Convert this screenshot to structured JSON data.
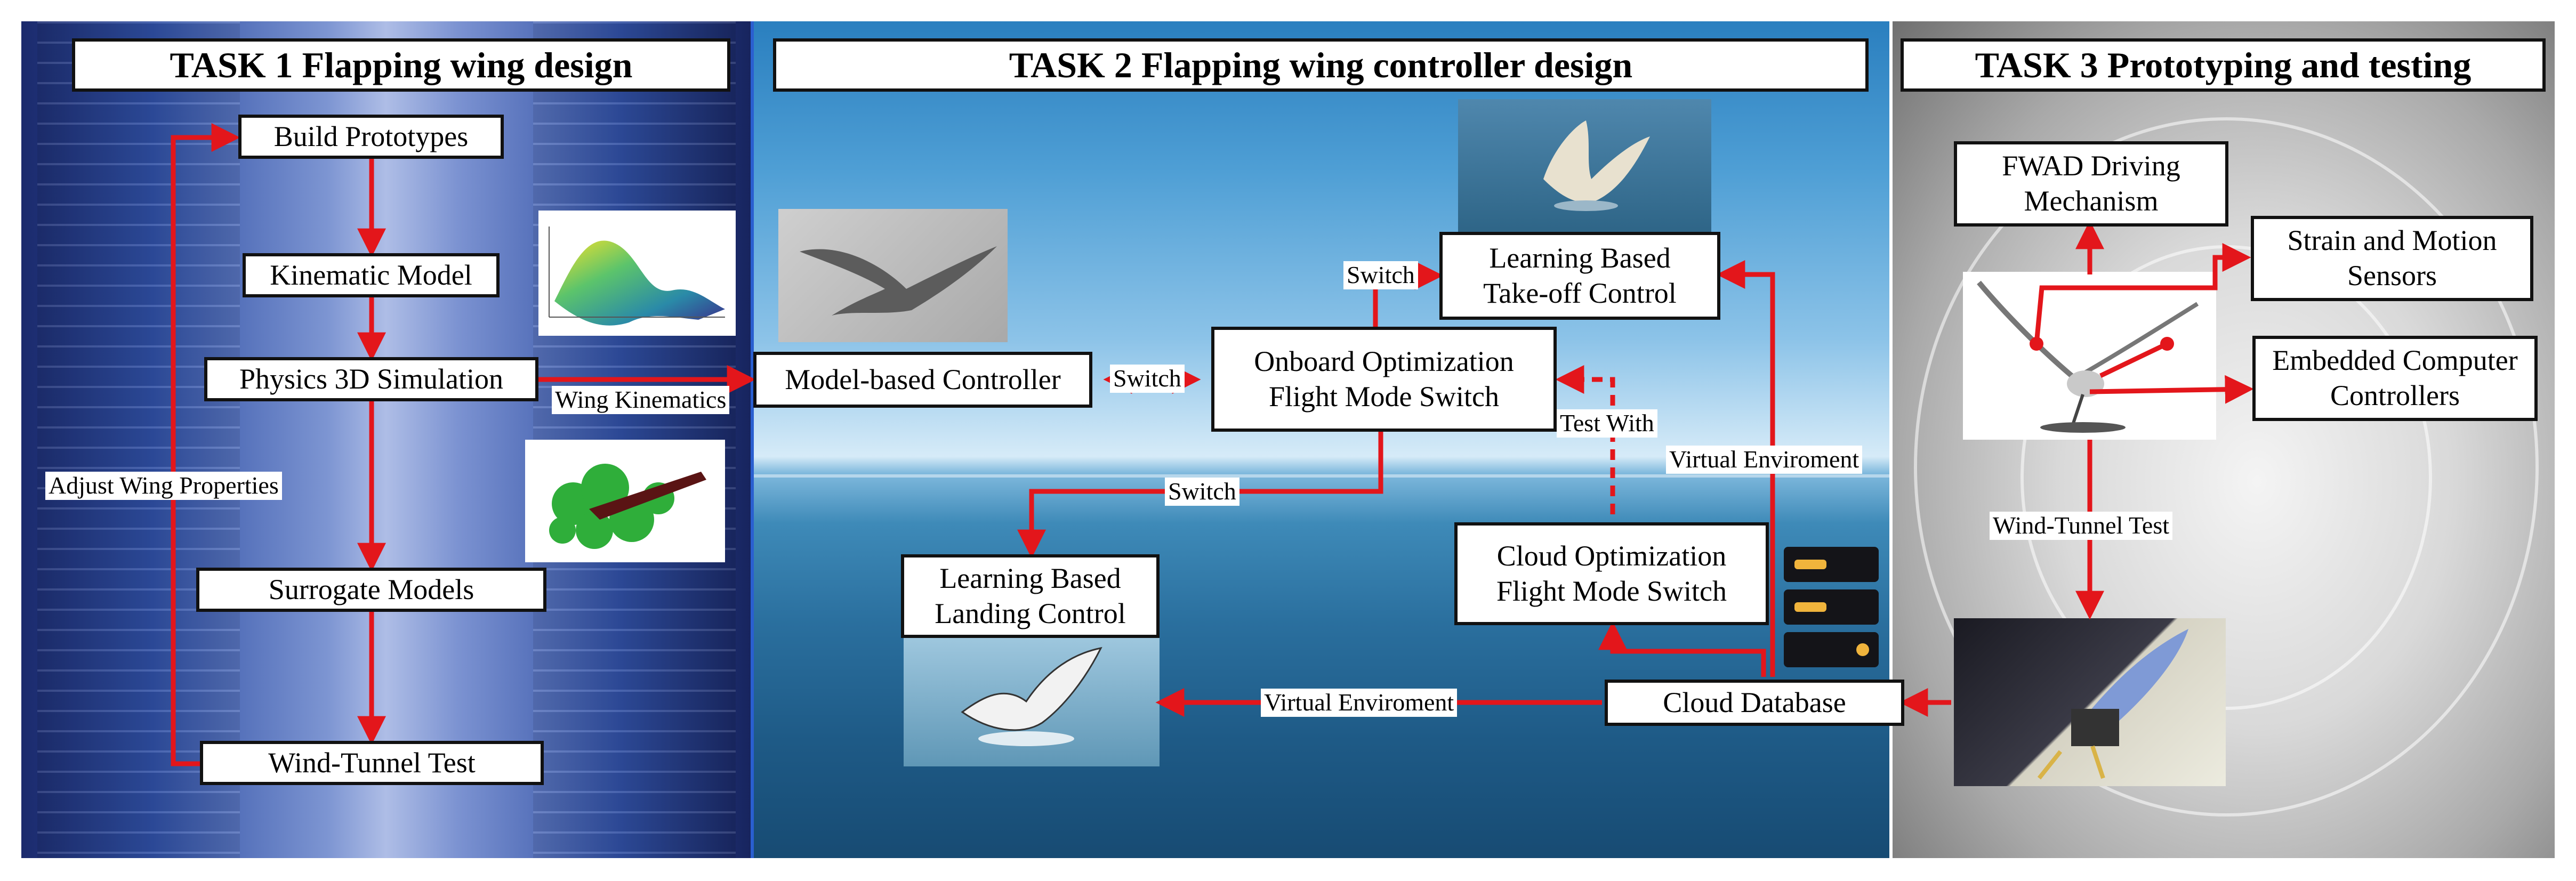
{
  "tasks": {
    "task1": "TASK 1 Flapping wing design",
    "task2": "TASK 2 Flapping wing controller design",
    "task3": "TASK 3 Prototyping and testing"
  },
  "task1": {
    "build_prototypes": "Build Prototypes",
    "kinematic_model": "Kinematic Model",
    "physics_3d_simulation": "Physics 3D Simulation",
    "surrogate_models": "Surrogate Models",
    "wind_tunnel_test": "Wind-Tunnel Test",
    "adjust_wing_properties": "Adjust Wing Properties",
    "wing_kinematics": "Wing Kinematics"
  },
  "task2": {
    "model_based_controller": "Model-based Controller",
    "onboard_line1": "Onboard Optimization",
    "onboard_line2": "Flight Mode Switch",
    "takeoff_line1": "Learning Based",
    "takeoff_line2": "Take-off Control",
    "landing_line1": "Learning Based",
    "landing_line2": "Landing Control",
    "cloud_opt_line1": "Cloud Optimization",
    "cloud_opt_line2": "Flight Mode Switch",
    "cloud_database": "Cloud Database",
    "switch_1": "Switch",
    "switch_2": "Switch",
    "switch_3": "Switch",
    "test_with": "Test With",
    "virtual_env_1": "Virtual Enviroment",
    "virtual_env_2": "Virtual Enviroment"
  },
  "task3": {
    "fwad_line1": "FWAD Driving",
    "fwad_line2": "Mechanism",
    "sensors_line1": "Strain and Motion",
    "sensors_line2": "Sensors",
    "computers_line1": "Embedded Computer",
    "computers_line2": "Controllers",
    "wind_tunnel_test": "Wind-Tunnel Test"
  },
  "colors": {
    "arrow": "#e3161b",
    "box_border": "#111111",
    "server_icon": "#141418",
    "server_bar": "#f0b43c"
  },
  "icons": [
    "server-database-icon"
  ]
}
